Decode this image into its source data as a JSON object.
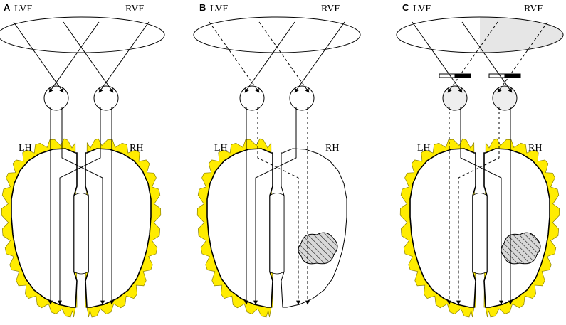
{
  "colors": {
    "halo": "#ffec00",
    "halo_stroke": "#8a7f00",
    "line": "#000000",
    "shade": "#e6e6e6",
    "lesion_fill": "#d8d8d8"
  },
  "panels": [
    {
      "letter": "A",
      "lvf": "LVF",
      "rvf": "RVF",
      "lh": "LH",
      "rh": "RH",
      "left_halo": true,
      "right_halo": true,
      "lesion": false,
      "blinders": false,
      "shaded_rvf": false,
      "dashed": {
        "lvf_to_left_eye": false,
        "lvf_to_right_eye": false,
        "rvf_to_left_eye": false,
        "rvf_to_right_eye": false
      }
    },
    {
      "letter": "B",
      "lvf": "LVF",
      "rvf": "RVF",
      "lh": "LH",
      "rh": "RH",
      "left_halo": true,
      "right_halo": false,
      "lesion": true,
      "blinders": false,
      "shaded_rvf": false,
      "dashed": {
        "lvf_to_left_eye": true,
        "lvf_to_right_eye": true,
        "rvf_to_left_eye": false,
        "rvf_to_right_eye": false
      }
    },
    {
      "letter": "C",
      "lvf": "LVF",
      "rvf": "RVF",
      "lh": "LH",
      "rh": "RH",
      "left_halo": true,
      "right_halo": true,
      "lesion": true,
      "blinders": true,
      "shaded_rvf": true,
      "dashed": {
        "lvf_to_left_eye": false,
        "lvf_to_right_eye": false,
        "rvf_to_left_eye": true,
        "rvf_to_right_eye": true
      }
    }
  ]
}
